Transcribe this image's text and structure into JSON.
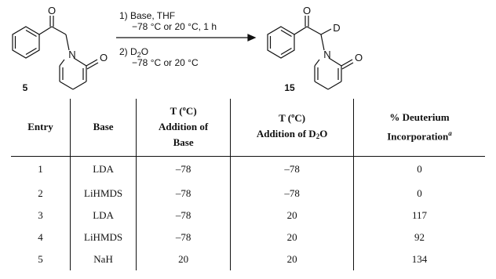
{
  "scheme": {
    "step1": "1) Base, THF",
    "step1_conditions": "−78 °C or 20 °C, 1 h",
    "step2_prefix": "2) D",
    "step2_sub": "2",
    "step2_suffix": "O",
    "step2_conditions": "−78 °C or 20 °C",
    "start_label": "5",
    "product_label": "15",
    "atom_O": "O",
    "atom_N": "N",
    "atom_D": "D"
  },
  "table": {
    "headers": {
      "entry": "Entry",
      "base": "Base",
      "temp_base_1": "T (ºC)",
      "temp_base_2": "Addition of",
      "temp_base_3": "Base",
      "temp_d2o_1": "T (ºC)",
      "temp_d2o_2a": "Addition of D",
      "temp_d2o_2sub": "2",
      "temp_d2o_2b": "O",
      "pct_1": "% Deuterium",
      "pct_2": "Incorporation",
      "pct_footnote": "a"
    },
    "rows": [
      {
        "entry": "1",
        "base": "LDA",
        "t_base": "–78",
        "t_d2o": "–78",
        "pct": "0"
      },
      {
        "entry": "2",
        "base": "LiHMDS",
        "t_base": "–78",
        "t_d2o": "–78",
        "pct": "0"
      },
      {
        "entry": "3",
        "base": "LDA",
        "t_base": "–78",
        "t_d2o": "20",
        "pct": "117"
      },
      {
        "entry": "4",
        "base": "LiHMDS",
        "t_base": "–78",
        "t_d2o": "20",
        "pct": "92"
      },
      {
        "entry": "5",
        "base": "NaH",
        "t_base": "20",
        "t_d2o": "20",
        "pct": "134"
      }
    ]
  }
}
